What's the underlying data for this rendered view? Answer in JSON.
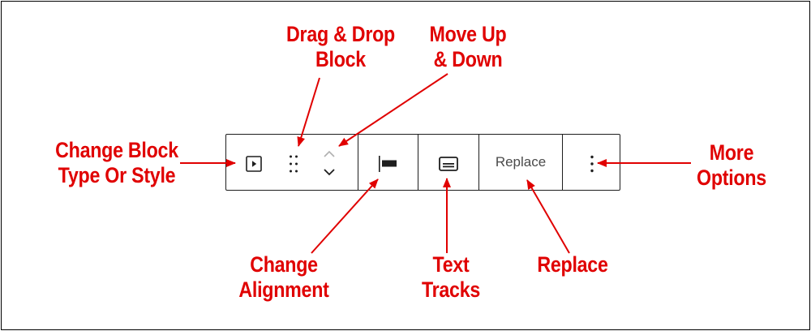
{
  "toolbar": {
    "replace_label": "Replace"
  },
  "icons": {
    "block_type": "play-box-icon",
    "drag": "drag-handle-dots-icon",
    "move_up": "chevron-up-icon",
    "move_down": "chevron-down-icon",
    "align": "align-left-icon",
    "text_tracks": "captions-icon",
    "more": "vertical-ellipsis-icon"
  },
  "annotations": {
    "change_block": [
      "Change Block",
      "Type Or Style"
    ],
    "drag_drop": [
      "Drag & Drop",
      "Block"
    ],
    "move": [
      "Move Up",
      "& Down"
    ],
    "change_alignment": [
      "Change",
      "Alignment"
    ],
    "text_tracks": [
      "Text",
      "Tracks"
    ],
    "replace": [
      "Replace"
    ],
    "more_options": [
      "More",
      "Options"
    ]
  },
  "colors": {
    "annotation": "#e00000",
    "toolbar_border": "#1e1e1e",
    "icon": "#1e1e1e",
    "disabled_icon": "#b0b0b0"
  }
}
